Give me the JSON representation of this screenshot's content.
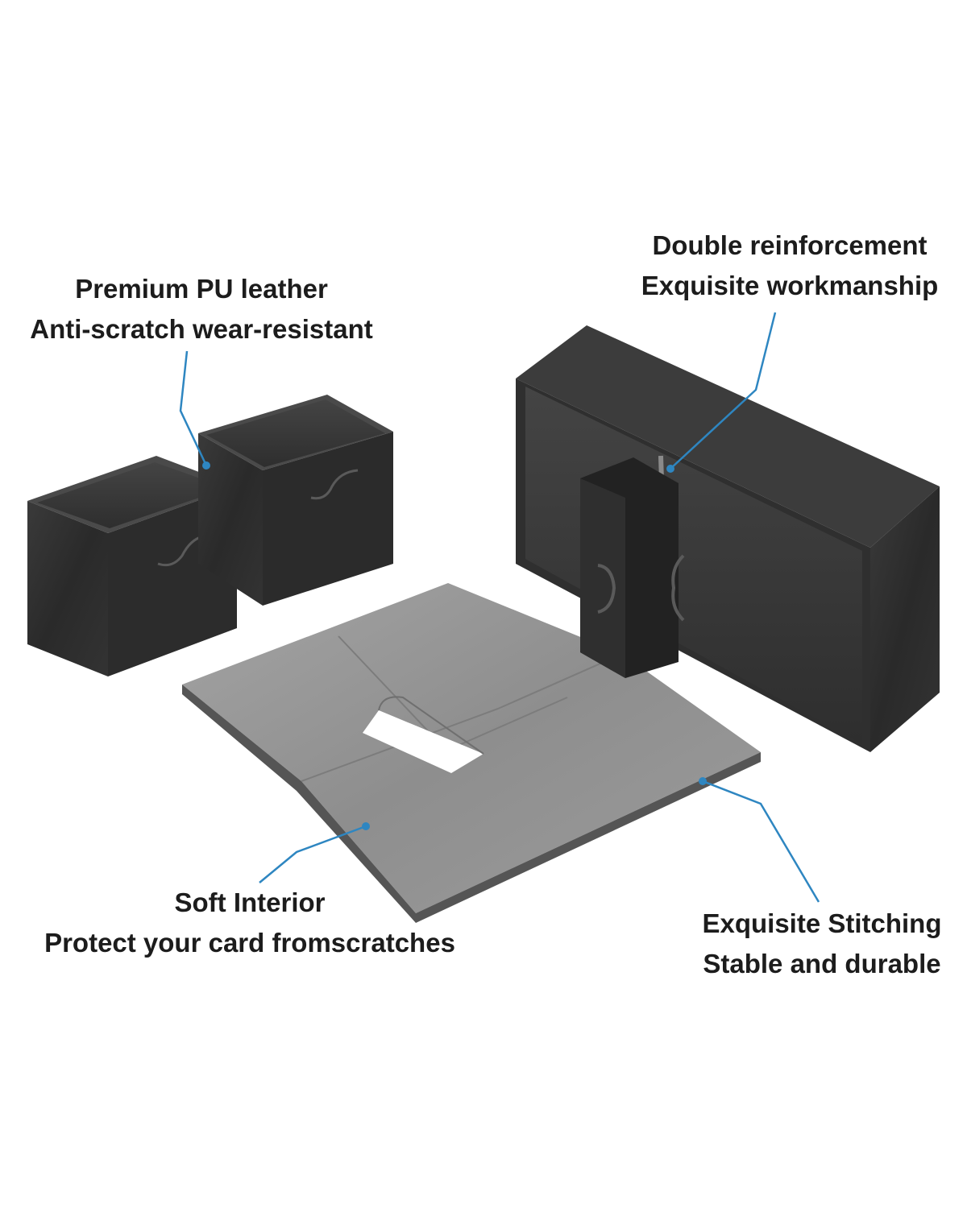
{
  "callouts": {
    "leather": {
      "line1": "Premium PU leather",
      "line2": "Anti-scratch wear-resistant"
    },
    "reinforcement": {
      "line1": "Double reinforcement",
      "line2": "Exquisite workmanship"
    },
    "interior": {
      "line1": "Soft Interior",
      "line2": "Protect your card fromscratches"
    },
    "stitching": {
      "line1": "Exquisite Stitching",
      "line2": "Stable and durable"
    }
  },
  "colors": {
    "leader_line": "#2e86c1",
    "box_exterior": "#2b2b2b",
    "box_interior": "#3a3a3a",
    "lining": "#9a9a9a",
    "text": "#1c1c1c"
  }
}
